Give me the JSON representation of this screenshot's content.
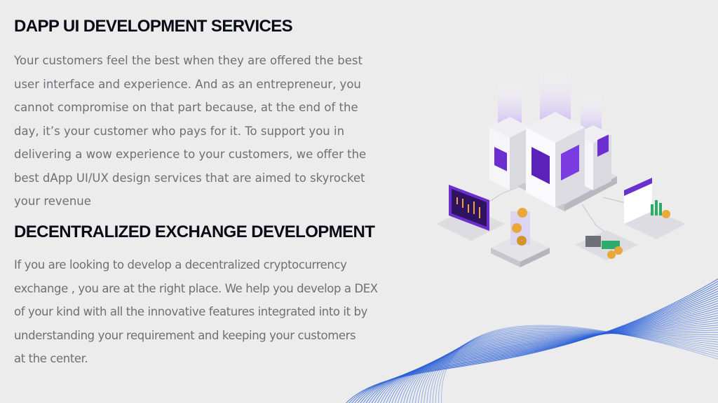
{
  "section1": {
    "heading": "DAPP UI DEVELOPMENT SERVICES",
    "lines": [
      "Your customers feel the best when they are offered the best",
      "user interface and experience. And as an entrepreneur, you",
      "cannot compromise on that part because, at the end of the",
      "day, it’s your customer who pays for it. To support you in",
      "delivering a wow experience to your customers, we offer the",
      "best dApp UI/UX design services that are aimed to skyrocket",
      "your revenue"
    ]
  },
  "section2": {
    "heading": "DECENTRALIZED EXCHANGE DEVELOPMENT",
    "lines": [
      "If you are looking to develop a decentralized cryptocurrency",
      "exchange , you are at the right place. We help you develop a DEX",
      "of your kind with all the innovative features integrated into it by",
      "understanding your requirement and keeping your customers",
      "at the center."
    ]
  },
  "colors": {
    "background": "#ececec",
    "heading": "#0b0b18",
    "body_text": "#6f6f74",
    "accent_purple": "#6b2fd0",
    "wave_blue": "#2a5fd6"
  },
  "illustration": {
    "icons": [
      "server-stack-icon",
      "candlestick-monitor-icon",
      "coin-stack-icon",
      "payment-terminal-icon",
      "analytics-dashboard-icon"
    ]
  }
}
